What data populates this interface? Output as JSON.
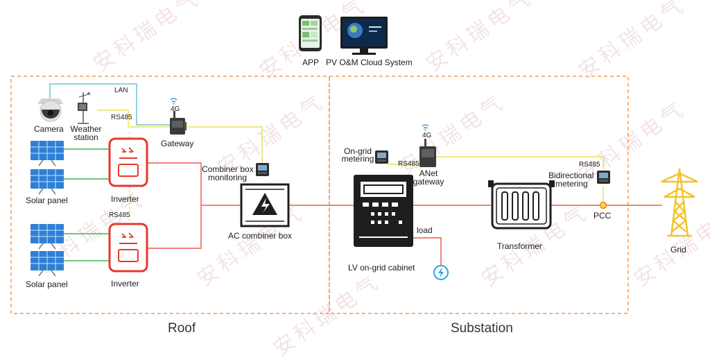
{
  "colors": {
    "power_line": "#f05a4a",
    "data_line": "#e8e45a",
    "lan_line": "#6ec3d6",
    "solar_line": "#3fb34f",
    "region_border": "#f29a55",
    "inverter_red": "#e8372a",
    "solar_blue": "#2f7fd6",
    "dark_device": "#1e1e1e",
    "tower_yellow": "#f4c22b",
    "watermark": "#f1dede"
  },
  "watermark": {
    "text": "安科瑞电气"
  },
  "top": {
    "app_label": "APP",
    "cloud_label": "PV O&M Cloud System"
  },
  "roof": {
    "region_label": "Roof",
    "lan_label": "LAN",
    "rs485_top_label": "RS485",
    "rs485_mid_label": "RS485",
    "camera_label": "Camera",
    "weather_label_1": "Weather",
    "weather_label_2": "station",
    "gateway_4g_label": "4G",
    "gateway_label": "Gateway",
    "solar_panel_label_1": "Solar panel",
    "solar_panel_label_2": "Solar panel",
    "inverter_label_1": "Inverter",
    "inverter_label_2": "Inverter",
    "combiner_monitor_label_1": "Combiner box",
    "combiner_monitor_label_2": "monitoring",
    "ac_combiner_label": "AC combiner box"
  },
  "substation": {
    "region_label": "Substation",
    "ongrid_meter_label_1": "On-grid",
    "ongrid_meter_label_2": "metering",
    "rs485_left_label": "RS485",
    "anet_4g_label": "4G",
    "anet_label_1": "ANet",
    "anet_label_2": "gateway",
    "rs485_right_label": "RS485",
    "bidir_label_1": "Bidirectional",
    "bidir_label_2": "metering",
    "load_label": "load",
    "cabinet_label": "LV on-grid cabinet",
    "transformer_label": "Transformer",
    "pcc_label": "PCC",
    "grid_label": "Grid"
  }
}
